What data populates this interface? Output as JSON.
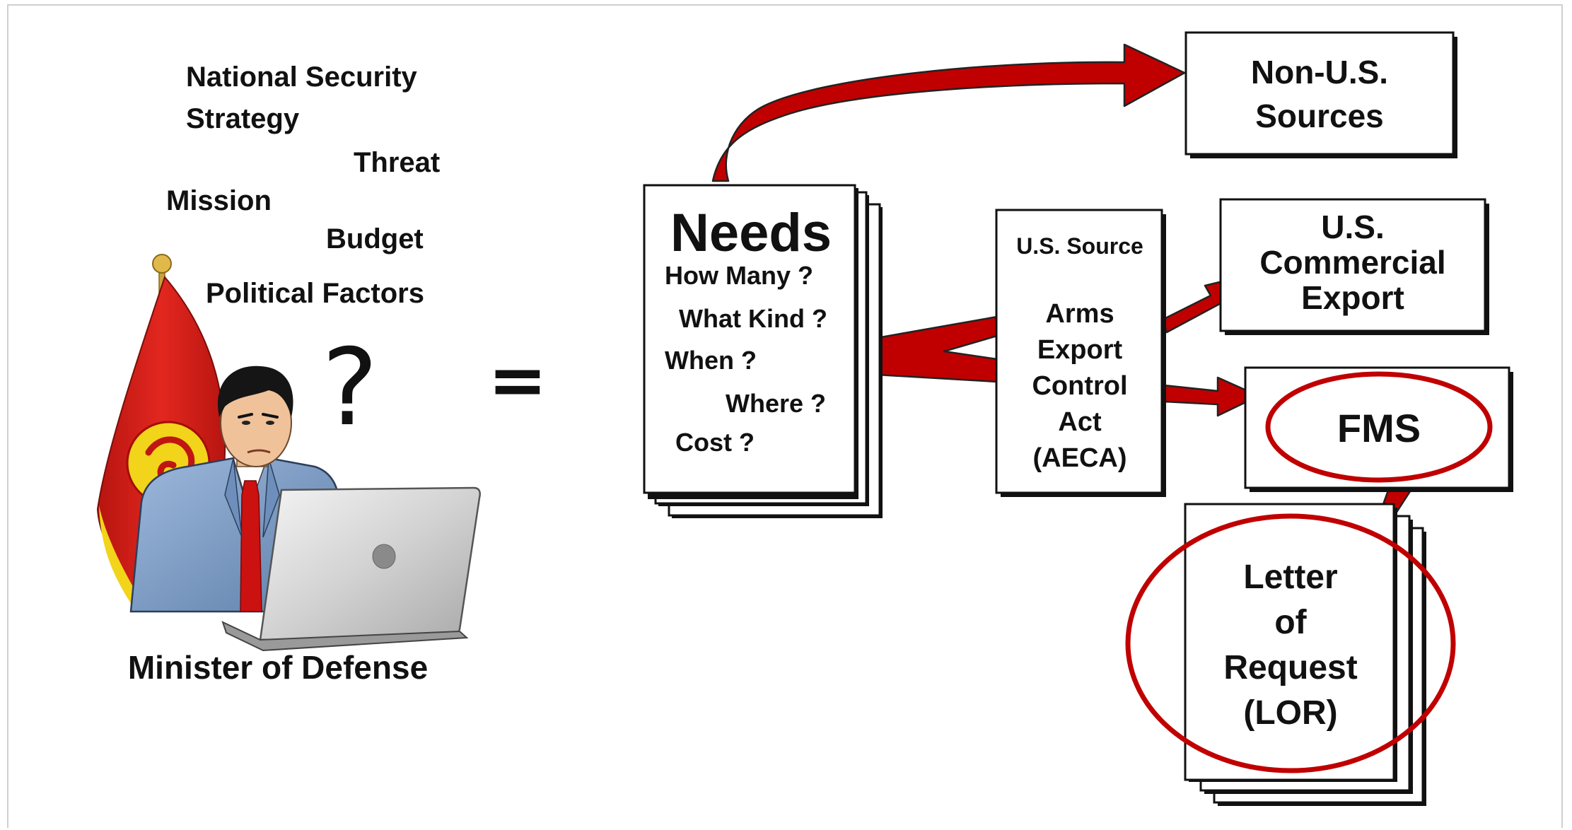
{
  "factors": {
    "national_security_strategy_line1": "National Security",
    "national_security_strategy_line2": "Strategy",
    "threat": "Threat",
    "mission": "Mission",
    "budget": "Budget",
    "political_factors": "Political Factors"
  },
  "question_mark": "?",
  "equals_sign": "=",
  "person_caption": "Minister of Defense",
  "needs": {
    "title": "Needs",
    "how_many": "How Many ?",
    "what_kind": "What Kind ?",
    "when": "When ?",
    "where": "Where ?",
    "cost": "Cost ?"
  },
  "us_source": {
    "heading": "U.S. Source",
    "line1": "Arms",
    "line2": "Export",
    "line3": "Control",
    "line4": "Act",
    "line5": "(AECA)"
  },
  "non_us_sources": {
    "line1": "Non-U.S.",
    "line2": "Sources"
  },
  "us_commercial_export": {
    "line1": "U.S.",
    "line2": "Commercial",
    "line3": "Export"
  },
  "fms": "FMS",
  "lor": {
    "line1": "Letter",
    "line2": "of",
    "line3": "Request",
    "line4": "(LOR)"
  },
  "colors": {
    "arrow_red": "#c00000",
    "ellipse_red": "#c00000",
    "flag_red": "#d8251f",
    "flag_yellow": "#f2d41a",
    "suit_blue": "#7f9fc7",
    "tie_red": "#cc1111",
    "laptop_silver": "#c8c8c8"
  }
}
